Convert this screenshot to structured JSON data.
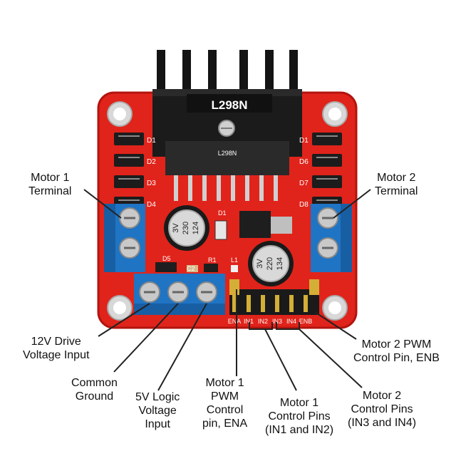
{
  "chip": {
    "label": "L298N",
    "sublabel": "L298N"
  },
  "silkscreen": {
    "diodes_left": [
      "D1",
      "D2",
      "D3",
      "D4"
    ],
    "diodes_right": [
      "D1",
      "D6",
      "D7",
      "D8"
    ],
    "pins": [
      "ENA",
      "IN1",
      "IN2",
      "IN3",
      "IN4",
      "ENB"
    ],
    "d5": "D5",
    "c2": "C2",
    "r1": "R1",
    "l1": "L1",
    "d1": "D1"
  },
  "capacitors": [
    {
      "lines": [
        "3V",
        "230",
        "124"
      ]
    },
    {
      "lines": [
        "3V",
        "220",
        "134"
      ]
    }
  ],
  "callouts": {
    "motor1_terminal": [
      "Motor 1",
      "Terminal"
    ],
    "motor2_terminal": [
      "Motor 2",
      "Terminal"
    ],
    "drive_input": [
      "12V Drive",
      "Voltage Input"
    ],
    "common_ground": [
      "Common",
      "Ground"
    ],
    "logic_input": [
      "5V Logic",
      "Voltage",
      "Input"
    ],
    "ena_pin": [
      "Motor 1",
      "PWM",
      "Control",
      "pin, ENA"
    ],
    "m1_control": [
      "Motor 1",
      "Control Pins",
      "(IN1 and IN2)"
    ],
    "m2_control": [
      "Motor 2",
      "Control Pins",
      "(IN3 and IN4)"
    ],
    "enb_pin": [
      "Motor 2 PWM",
      "Control Pin, ENB"
    ]
  },
  "colors": {
    "board": "#e0241b",
    "terminal": "#1f74c4",
    "heatsink": "#141414",
    "header": "#1a1a1a"
  }
}
